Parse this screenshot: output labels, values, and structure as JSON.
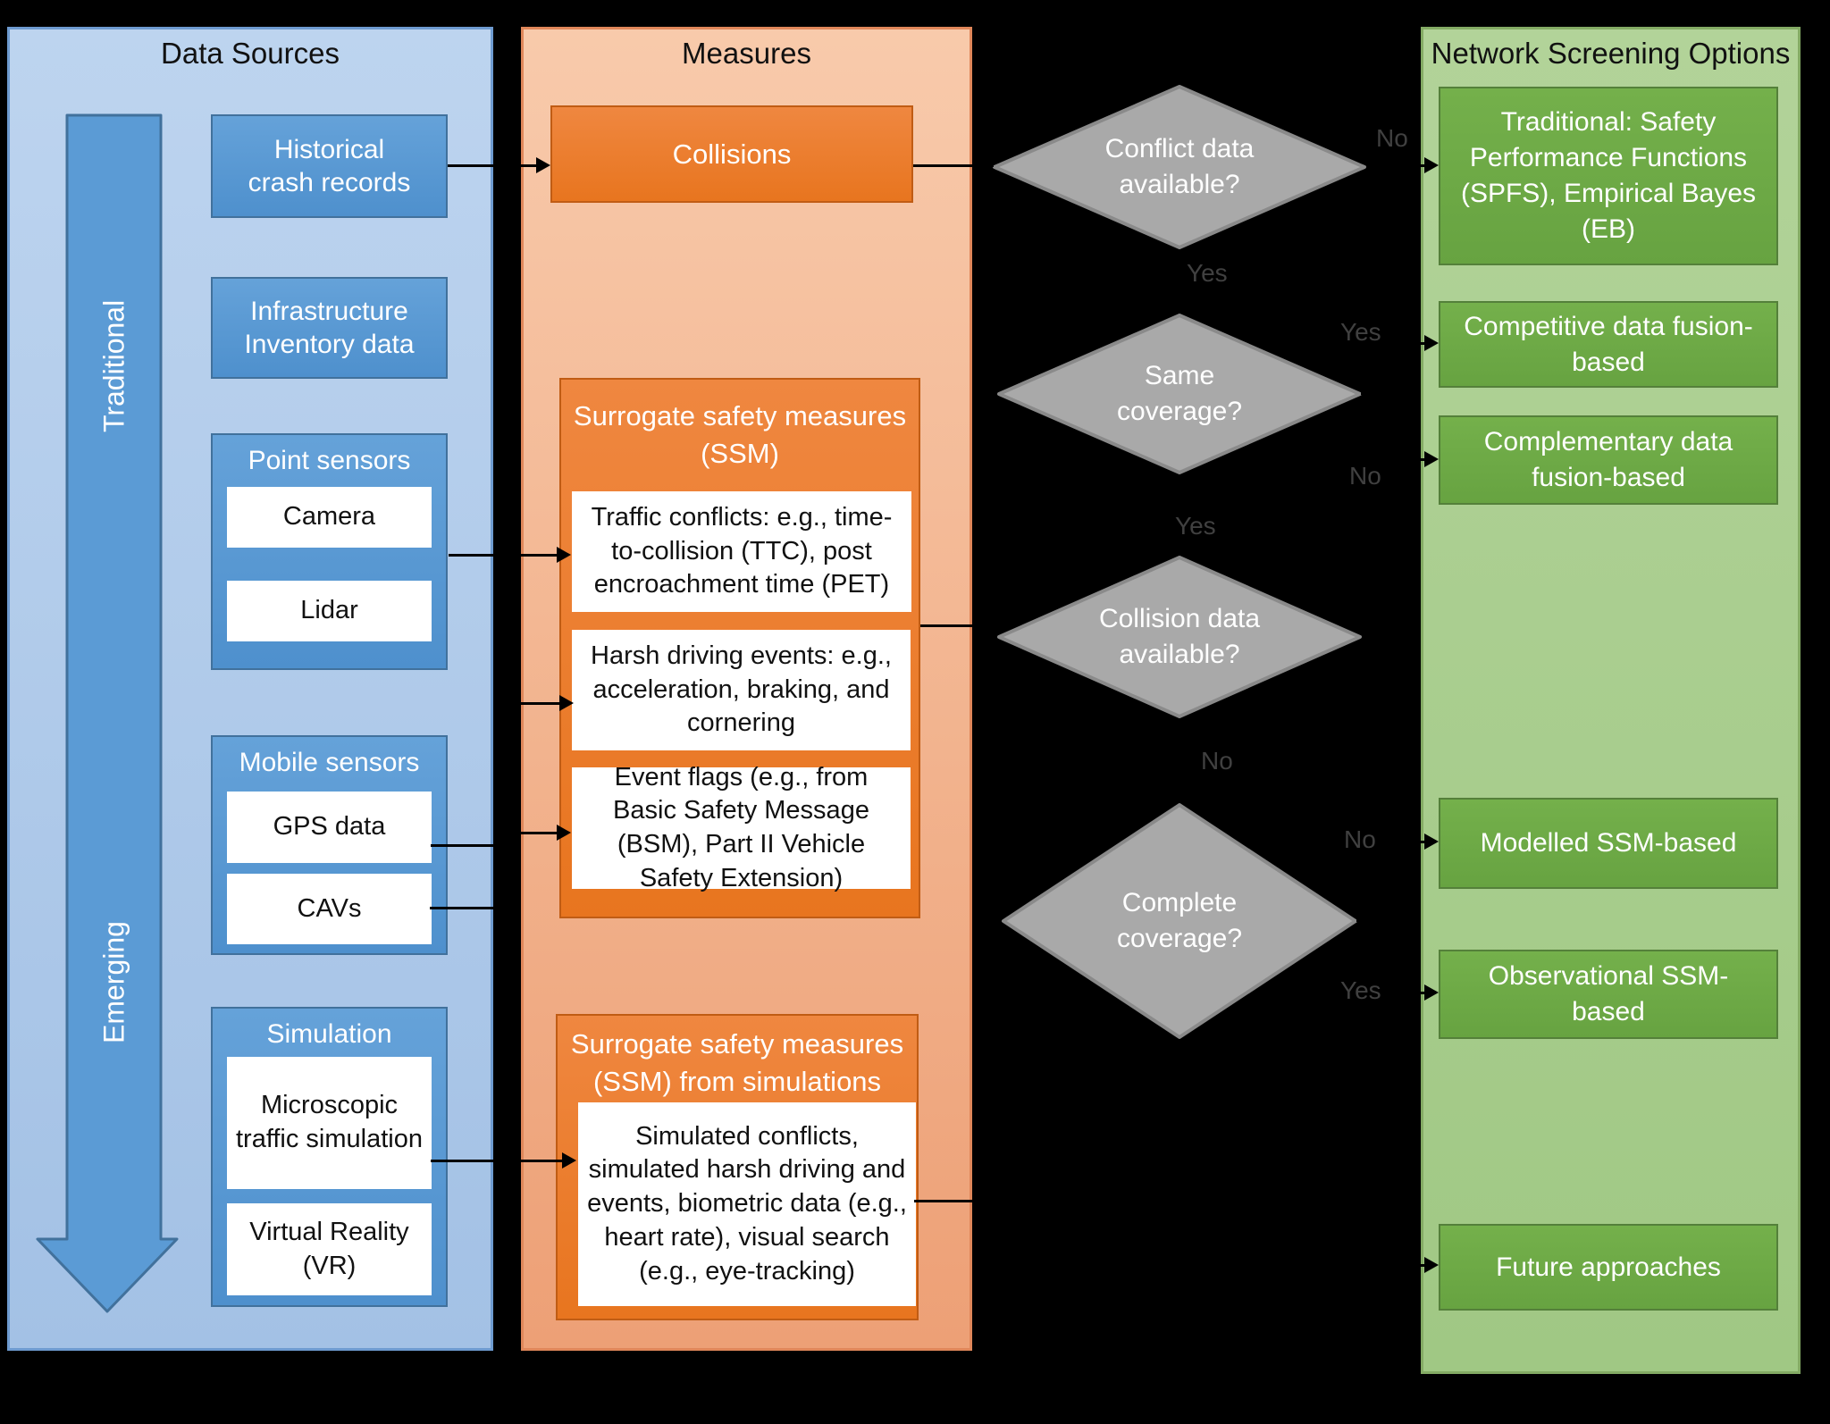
{
  "data_sources": {
    "title": "Data Sources",
    "flow_arrow": {
      "top": "Traditional",
      "bottom": "Emerging"
    },
    "historical": "Historical crash records",
    "infrastructure": "Infrastructure Inventory data",
    "point_sensors": {
      "title": "Point sensors",
      "camera": "Camera",
      "lidar": "Lidar"
    },
    "mobile_sensors": {
      "title": "Mobile sensors",
      "gps": "GPS data",
      "cavs": "CAVs"
    },
    "simulation": {
      "title": "Simulation",
      "micro": "Microscopic traffic simulation",
      "vr": "Virtual Reality (VR)"
    }
  },
  "measures": {
    "title": "Measures",
    "collisions": "Collisions",
    "ssm": {
      "title": "Surrogate safety measures (SSM)",
      "traffic_conflicts": "Traffic conflicts: e.g., time-to-collision (TTC), post encroachment time (PET)",
      "harsh_driving": "Harsh driving events: e.g., acceleration, braking, and cornering",
      "event_flags": "Event flags (e.g., from Basic Safety Message (BSM), Part II Vehicle Safety Extension)"
    },
    "ssm_sim": {
      "title": "Surrogate safety measures (SSM) from simulations",
      "content": "Simulated conflicts, simulated harsh driving and events, biometric data (e.g., heart rate), visual search (e.g., eye-tracking)"
    }
  },
  "decisions": {
    "conflict_data": "Conflict data available?",
    "same_coverage": "Same coverage?",
    "collision_data": "Collision data available?",
    "complete_coverage": "Complete coverage?"
  },
  "edge_labels": {
    "d1_no": "No",
    "d1_yes": "Yes",
    "d2_yes": "Yes",
    "d2_no": "No",
    "d3_yes": "Yes",
    "d3_no": "No",
    "d4_no": "No",
    "d4_yes": "Yes"
  },
  "network_screening": {
    "title": "Network Screening Options",
    "traditional": "Traditional: Safety Performance Functions (SPFS), Empirical Bayes (EB)",
    "competitive": "Competitive data fusion-based",
    "complementary": "Complementary data fusion-based",
    "modelled": "Modelled SSM-based",
    "observational": "Observational SSM-based",
    "future": "Future approaches"
  },
  "colors": {
    "background": "#000000",
    "blue_panel": "#b3cce9",
    "blue_box": "#5b9bd5",
    "blue_border": "#41719c",
    "orange_panel": "#f4b68f",
    "orange_box": "#ed7d31",
    "orange_border": "#c05c14",
    "green_panel": "#aace8f",
    "green_box": "#70ad47",
    "green_border": "#54803a",
    "diamond_fill": "#a9a9a9",
    "diamond_border": "#8a8a8a",
    "connector": "#000000"
  }
}
